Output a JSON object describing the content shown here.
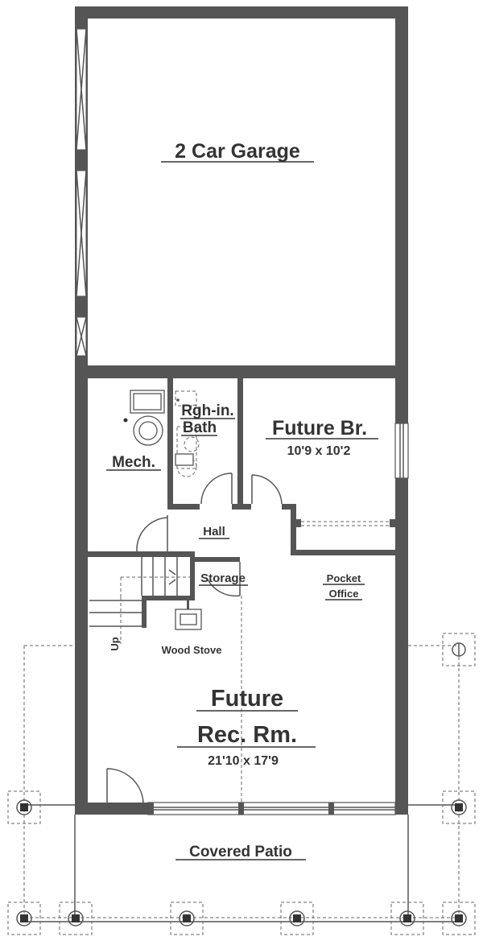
{
  "plan": {
    "rooms": {
      "garage": {
        "name": "2 Car Garage"
      },
      "mech": {
        "name": "Mech."
      },
      "bath": {
        "line1": "Rgh-in.",
        "line2": "Bath"
      },
      "bedroom": {
        "name": "Future Br.",
        "size": "10'9 x 10'2"
      },
      "hall": {
        "name": "Hall"
      },
      "storage": {
        "name": "Storage"
      },
      "office": {
        "line1": "Pocket",
        "line2": "Office"
      },
      "stove": {
        "name": "Wood Stove"
      },
      "stairs": {
        "name": "Up"
      },
      "rec": {
        "line1": "Future",
        "line2": "Rec. Rm.",
        "size": "21'10 x 17'9"
      },
      "patio": {
        "name": "Covered Patio"
      }
    },
    "colors": {
      "wall": "#555555",
      "text": "#333333",
      "background": "#ffffff"
    }
  }
}
